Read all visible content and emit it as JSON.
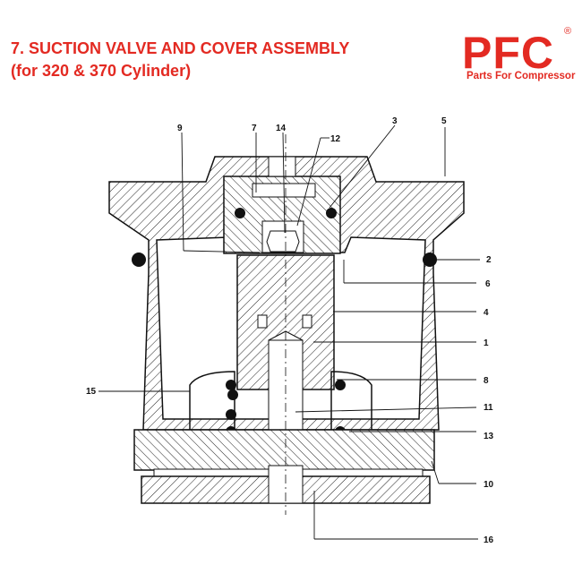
{
  "header": {
    "title_line1": "7. SUCTION VALVE AND COVER ASSEMBLY",
    "title_line2": "(for 320 & 370 Cylinder)"
  },
  "brand": {
    "logo_text": "PFC",
    "registered_mark": "®",
    "tagline": "Parts For Compressor",
    "color": "#e32a22"
  },
  "callouts": [
    "9",
    "7",
    "14",
    "12",
    "3",
    "5",
    "2",
    "6",
    "4",
    "1",
    "8",
    "15",
    "11",
    "13",
    "10",
    "16"
  ]
}
